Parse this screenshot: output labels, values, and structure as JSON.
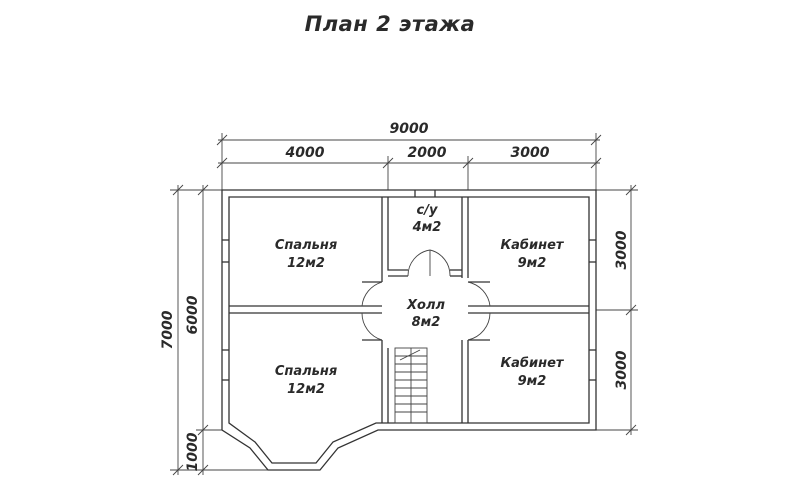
{
  "title": "План 2 этажа",
  "dimensions": {
    "total_width": "9000",
    "width_left": "4000",
    "width_middle": "2000",
    "width_right": "3000",
    "height_total": "7000",
    "height_main": "6000",
    "height_bay": "1000",
    "height_right_top": "3000",
    "height_right_bottom": "3000"
  },
  "rooms": {
    "bedroom_top": {
      "name": "Спальня",
      "area": "12м2"
    },
    "bedroom_bottom": {
      "name": "Спальня",
      "area": "12м2"
    },
    "bathroom": {
      "name": "с/у",
      "area": "4м2"
    },
    "hall": {
      "name": "Холл",
      "area": "8м2"
    },
    "study_top": {
      "name": "Кабинет",
      "area": "9м2"
    },
    "study_bottom": {
      "name": "Кабинет",
      "area": "9м2"
    }
  }
}
